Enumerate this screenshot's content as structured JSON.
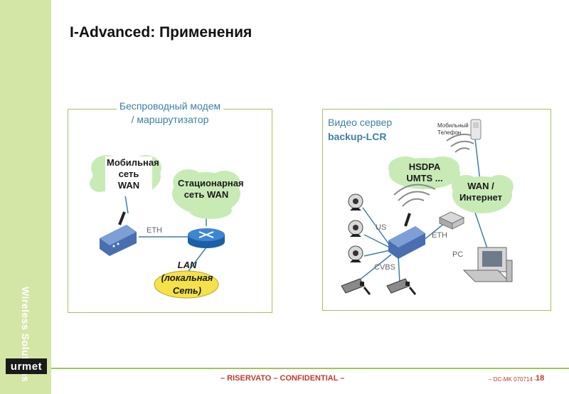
{
  "sidebar": {
    "brand_text": "Wireless Solutions",
    "logo_text": "urmet"
  },
  "page": {
    "title": "I-Advanced: Применения"
  },
  "left_panel": {
    "title": "Беспроводный модем / маршрутизатор",
    "cloud_mobile": "Мобильная сеть WAN",
    "cloud_fixed": "Стационарная сеть WAN",
    "eth_label": "ETH",
    "lan_label": "LAN (локальная Сеть)"
  },
  "right_panel": {
    "title_line1": "Видео сервер",
    "title_line2": "backup-LCR",
    "phone_label": "Мобильный Телефон",
    "cloud_hsdpa": "HSDPA UMTS ...",
    "cloud_wan": "WAN / Интернет",
    "us_label": "US",
    "eth_label": "ETH",
    "cvbs_label": "CVBS",
    "pc_label": "PC"
  },
  "footer": {
    "confidential": "– RISERVATO – CONFIDENTIAL –",
    "doc_code": "– DC-MK 070714 -",
    "page_number": "18"
  },
  "colors": {
    "sidebar": "#d4e6a6",
    "panel_border": "#9dc75a",
    "accent_blue": "#3c80a6",
    "cloud": "#c8ebb6",
    "lan_oval": "#f5e14a",
    "footer_red": "#c0392b"
  }
}
